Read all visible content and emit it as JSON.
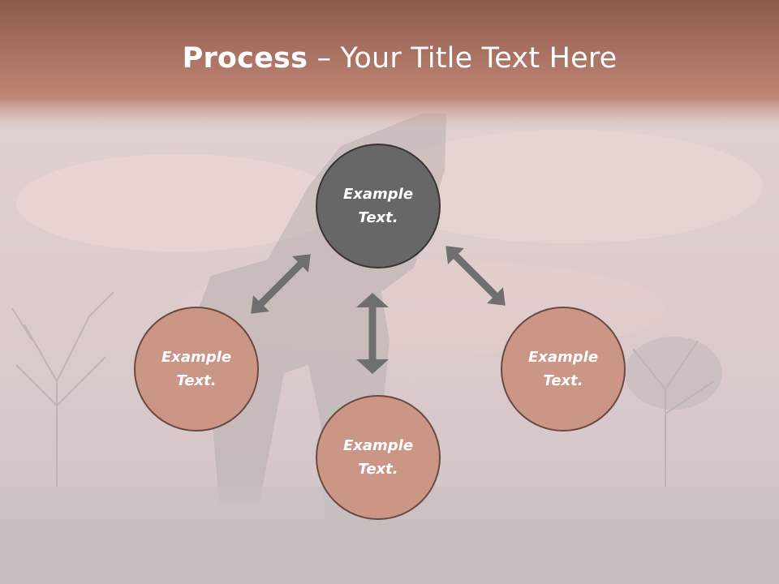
{
  "slide": {
    "title_bold": "Process",
    "title_rest": " – Your Title Text Here"
  },
  "nodes": [
    {
      "id": "top",
      "text": "Example\nText."
    },
    {
      "id": "left",
      "text": "Example\nText."
    },
    {
      "id": "right",
      "text": "Example\nText."
    },
    {
      "id": "bottom",
      "text": "Example\nText."
    }
  ],
  "colors": {
    "header": "#b97a6a",
    "node_dark": "#676767",
    "node_rose": "#cc9687",
    "arrow": "#6f6f6f"
  }
}
